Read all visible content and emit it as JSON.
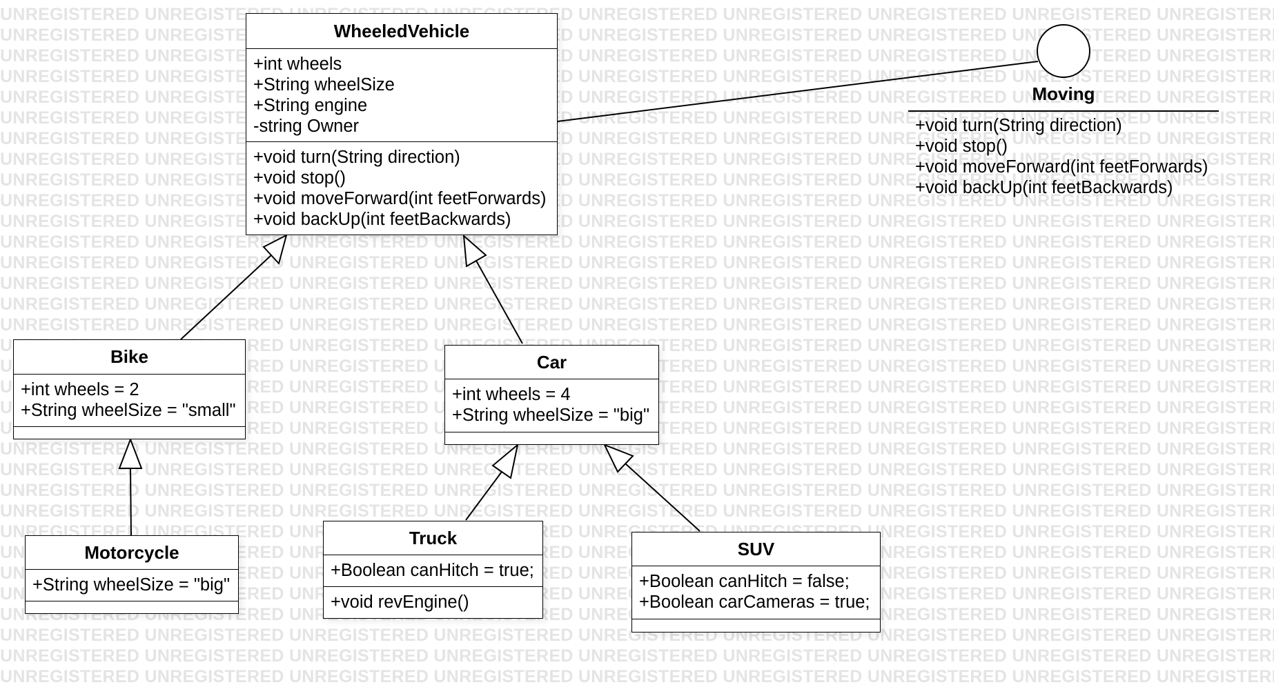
{
  "watermark_text": "UNREGISTERED",
  "classes": {
    "wheeled_vehicle": {
      "name": "WheeledVehicle",
      "attributes": [
        "+int wheels",
        "+String wheelSize",
        "+String engine",
        "-string Owner"
      ],
      "operations": [
        "+void turn(String direction)",
        "+void stop()",
        "+void moveForward(int feetForwards)",
        "+void backUp(int feetBackwards)"
      ]
    },
    "bike": {
      "name": "Bike",
      "attributes": [
        "+int wheels = 2",
        "+String wheelSize = \"small\""
      ]
    },
    "car": {
      "name": "Car",
      "attributes": [
        "+int wheels = 4",
        "+String wheelSize = \"big\""
      ]
    },
    "motorcycle": {
      "name": "Motorcycle",
      "attributes": [
        "+String wheelSize = \"big\""
      ]
    },
    "truck": {
      "name": "Truck",
      "attributes": [
        "+Boolean canHitch = true;"
      ],
      "operations": [
        "+void revEngine()"
      ]
    },
    "suv": {
      "name": "SUV",
      "attributes": [
        "+Boolean canHitch = false;",
        "+Boolean carCameras = true;"
      ]
    }
  },
  "interface": {
    "name": "Moving",
    "operations": [
      "+void turn(String direction)",
      "+void stop()",
      "+void moveForward(int feetForwards)",
      "+void backUp(int feetBackwards)"
    ]
  },
  "relationships": [
    {
      "type": "generalization",
      "from": "Bike",
      "to": "WheeledVehicle"
    },
    {
      "type": "generalization",
      "from": "Car",
      "to": "WheeledVehicle"
    },
    {
      "type": "generalization",
      "from": "Motorcycle",
      "to": "Bike"
    },
    {
      "type": "generalization",
      "from": "Truck",
      "to": "Car"
    },
    {
      "type": "generalization",
      "from": "SUV",
      "to": "Car"
    },
    {
      "type": "realization",
      "from": "WheeledVehicle",
      "to": "Moving"
    }
  ]
}
